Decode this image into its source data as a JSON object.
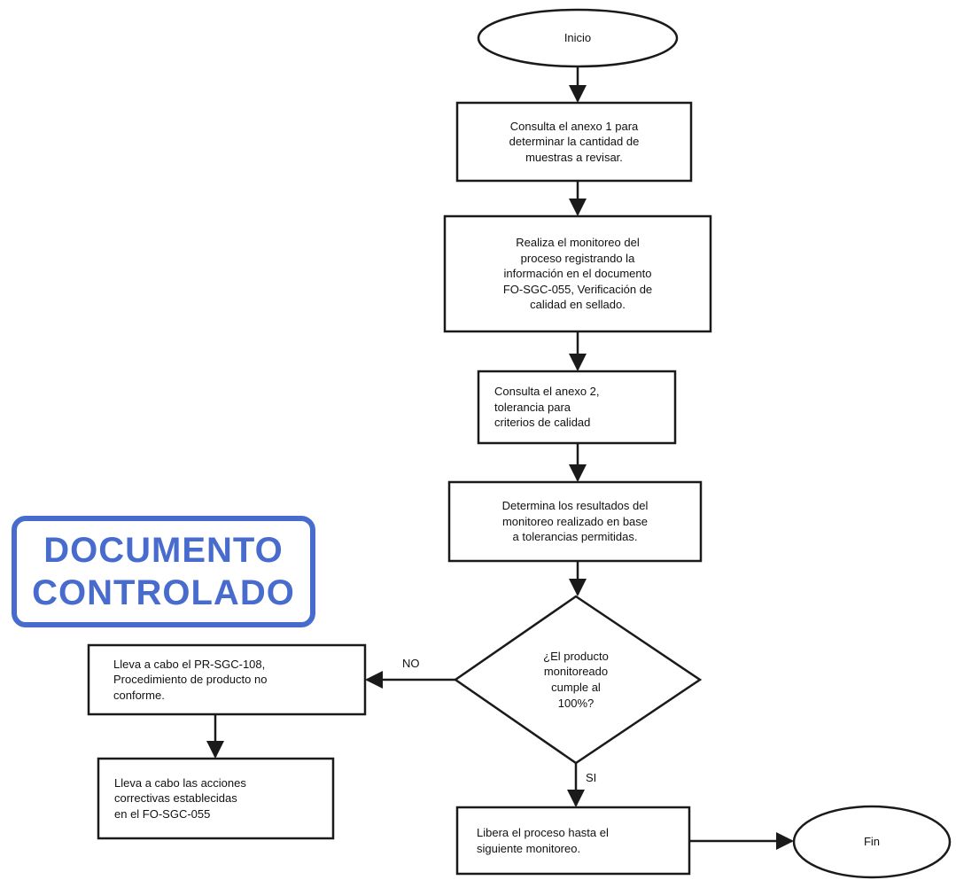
{
  "diagram": {
    "nodes": [
      {
        "id": "inicio",
        "shape": "ellipse",
        "text": "Inicio"
      },
      {
        "id": "paso1",
        "shape": "rect",
        "text": "Consulta el anexo 1 para\ndeterminar la cantidad de\nmuestras a revisar."
      },
      {
        "id": "paso2",
        "shape": "rect",
        "text": "Realiza el monitoreo del\nproceso registrando la\ninformación en el documento\nFO-SGC-055, Verificación de\ncalidad en  sellado."
      },
      {
        "id": "paso3",
        "shape": "rect",
        "text": "Consulta el anexo 2,\ntolerancia para\ncriterios de calidad"
      },
      {
        "id": "paso4",
        "shape": "rect",
        "text": "Determina los resultados del\nmonitoreo realizado en base\na tolerancias permitidas."
      },
      {
        "id": "decision",
        "shape": "diamond",
        "text": "¿El producto\nmonitoreado\ncumple al\n100%?"
      },
      {
        "id": "no1",
        "shape": "rect",
        "text": "Lleva a cabo el PR-SGC-108,\nProcedimiento de producto no\nconforme."
      },
      {
        "id": "no2",
        "shape": "rect",
        "text": "Lleva a cabo las acciones\ncorrectivas establecidas\nen el FO-SGC-055"
      },
      {
        "id": "libera",
        "shape": "rect",
        "text": "Libera el proceso hasta el\nsiguiente monitoreo."
      },
      {
        "id": "fin",
        "shape": "ellipse",
        "text": "Fin"
      }
    ],
    "edges": [
      {
        "from": "inicio",
        "to": "paso1"
      },
      {
        "from": "paso1",
        "to": "paso2"
      },
      {
        "from": "paso2",
        "to": "paso3"
      },
      {
        "from": "paso3",
        "to": "paso4"
      },
      {
        "from": "paso4",
        "to": "decision"
      },
      {
        "from": "decision",
        "to": "no1",
        "label": "NO"
      },
      {
        "from": "no1",
        "to": "no2"
      },
      {
        "from": "decision",
        "to": "libera",
        "label": "SI"
      },
      {
        "from": "libera",
        "to": "fin"
      }
    ]
  },
  "stamp": {
    "line1": "DOCUMENTO",
    "line2": "CONTROLADO",
    "color": "#2f58c8"
  },
  "colors": {
    "line": "#1a1a1a",
    "fill": "#ffffff"
  }
}
